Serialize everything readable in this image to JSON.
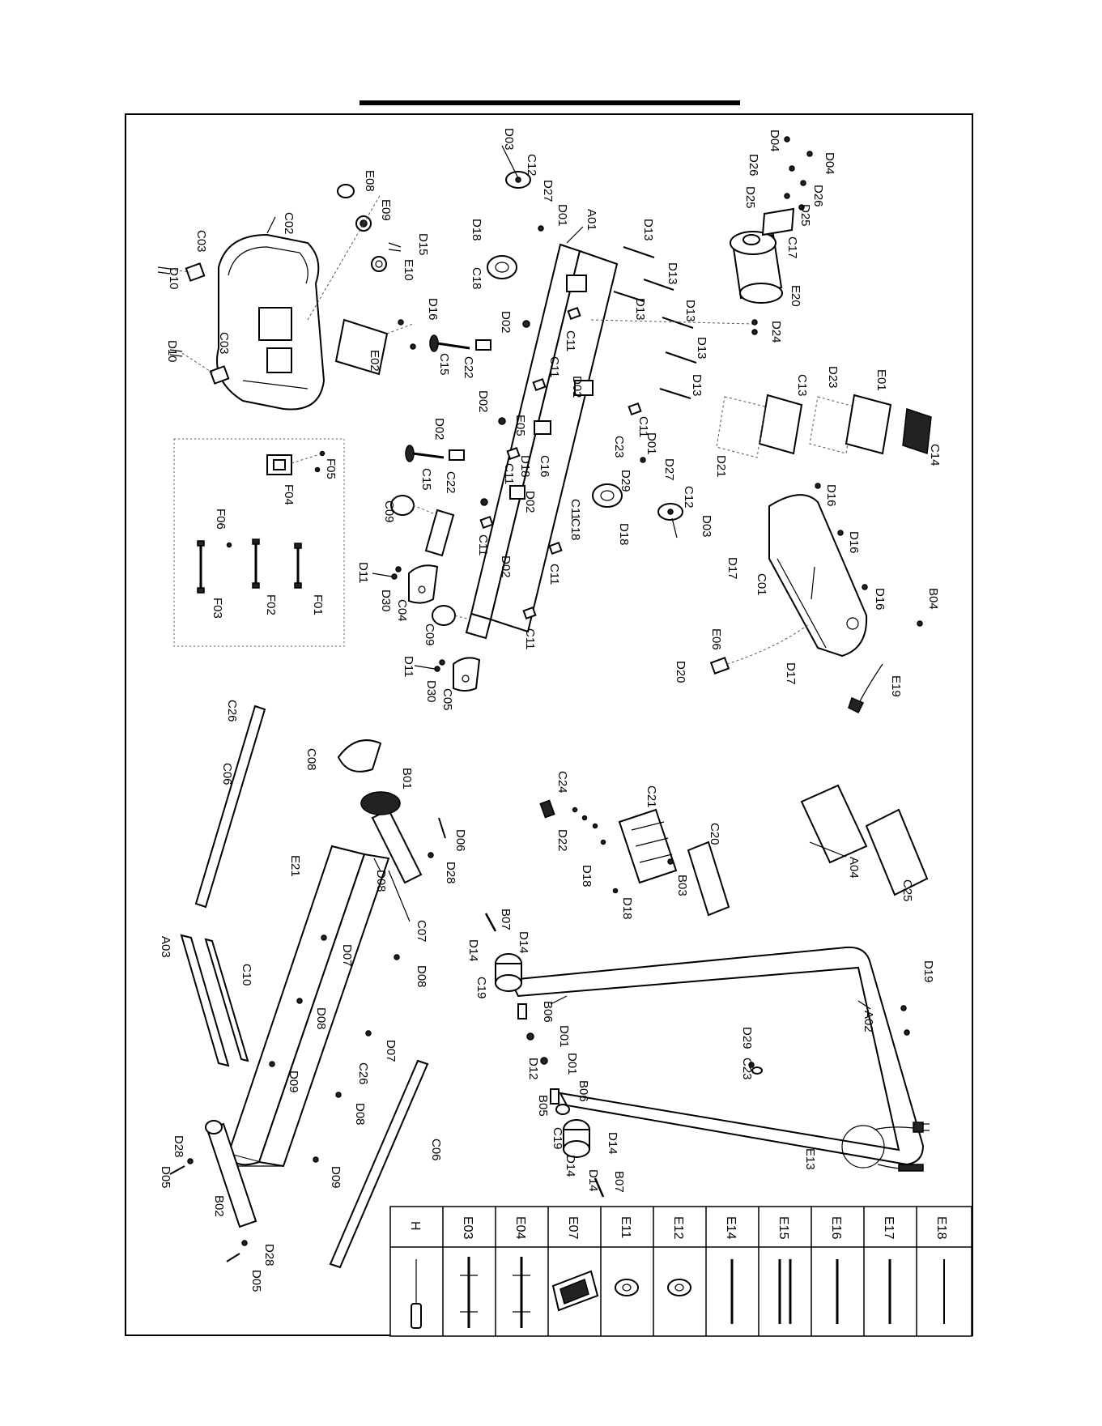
{
  "parts": {
    "A01": "A01",
    "A02": "A02",
    "A03": "A03",
    "A04": "A04",
    "B01": "B01",
    "B02": "B02",
    "B03": "B03",
    "B04": "B04",
    "B05": "B05",
    "B06": "B06",
    "B07": "B07",
    "C01": "C01",
    "C02": "C02",
    "C03": "C03",
    "C04": "C04",
    "C05": "C05",
    "C06": "C06",
    "C07": "C07",
    "C08": "C08",
    "C09": "C09",
    "C10": "C10",
    "C11": "C11",
    "C12": "C12",
    "C13": "C13",
    "C14": "C14",
    "C15": "C15",
    "C16": "C16",
    "C17": "C17",
    "C18": "C18",
    "C19": "C19",
    "C20": "C20",
    "C21": "C21",
    "C22": "C22",
    "C23": "C23",
    "C24": "C24",
    "C25": "C25",
    "C26": "C26",
    "D01": "D01",
    "D02": "D02",
    "D03": "D03",
    "D04": "D04",
    "D05": "D05",
    "D06": "D06",
    "D07": "D07",
    "D08": "D08",
    "D09": "D09",
    "D10": "D10",
    "D11": "D11",
    "D12": "D12",
    "D13": "D13",
    "D14": "D14",
    "D15": "D15",
    "D16": "D16",
    "D17": "D17",
    "D18": "D18",
    "D19": "D19",
    "D20": "D20",
    "D21": "D21",
    "D22": "D22",
    "D23": "D23",
    "D24": "D24",
    "D25": "D25",
    "D26": "D26",
    "D27": "D27",
    "D28": "D28",
    "D29": "D29",
    "D30": "D30",
    "E01": "E01",
    "E02": "E02",
    "E05": "E05",
    "E06": "E06",
    "E08": "E08",
    "E09": "E09",
    "E10": "E10",
    "E13": "E13",
    "E19": "E19",
    "E20": "E20",
    "E21": "E21",
    "F01": "F01",
    "F02": "F02",
    "F03": "F03",
    "F04": "F04",
    "F05": "F05",
    "F06": "F06"
  },
  "tool_table": {
    "items": [
      "H",
      "E03",
      "E04",
      "E07",
      "E11",
      "E12",
      "E14",
      "E15",
      "E16",
      "E17",
      "E18"
    ]
  }
}
